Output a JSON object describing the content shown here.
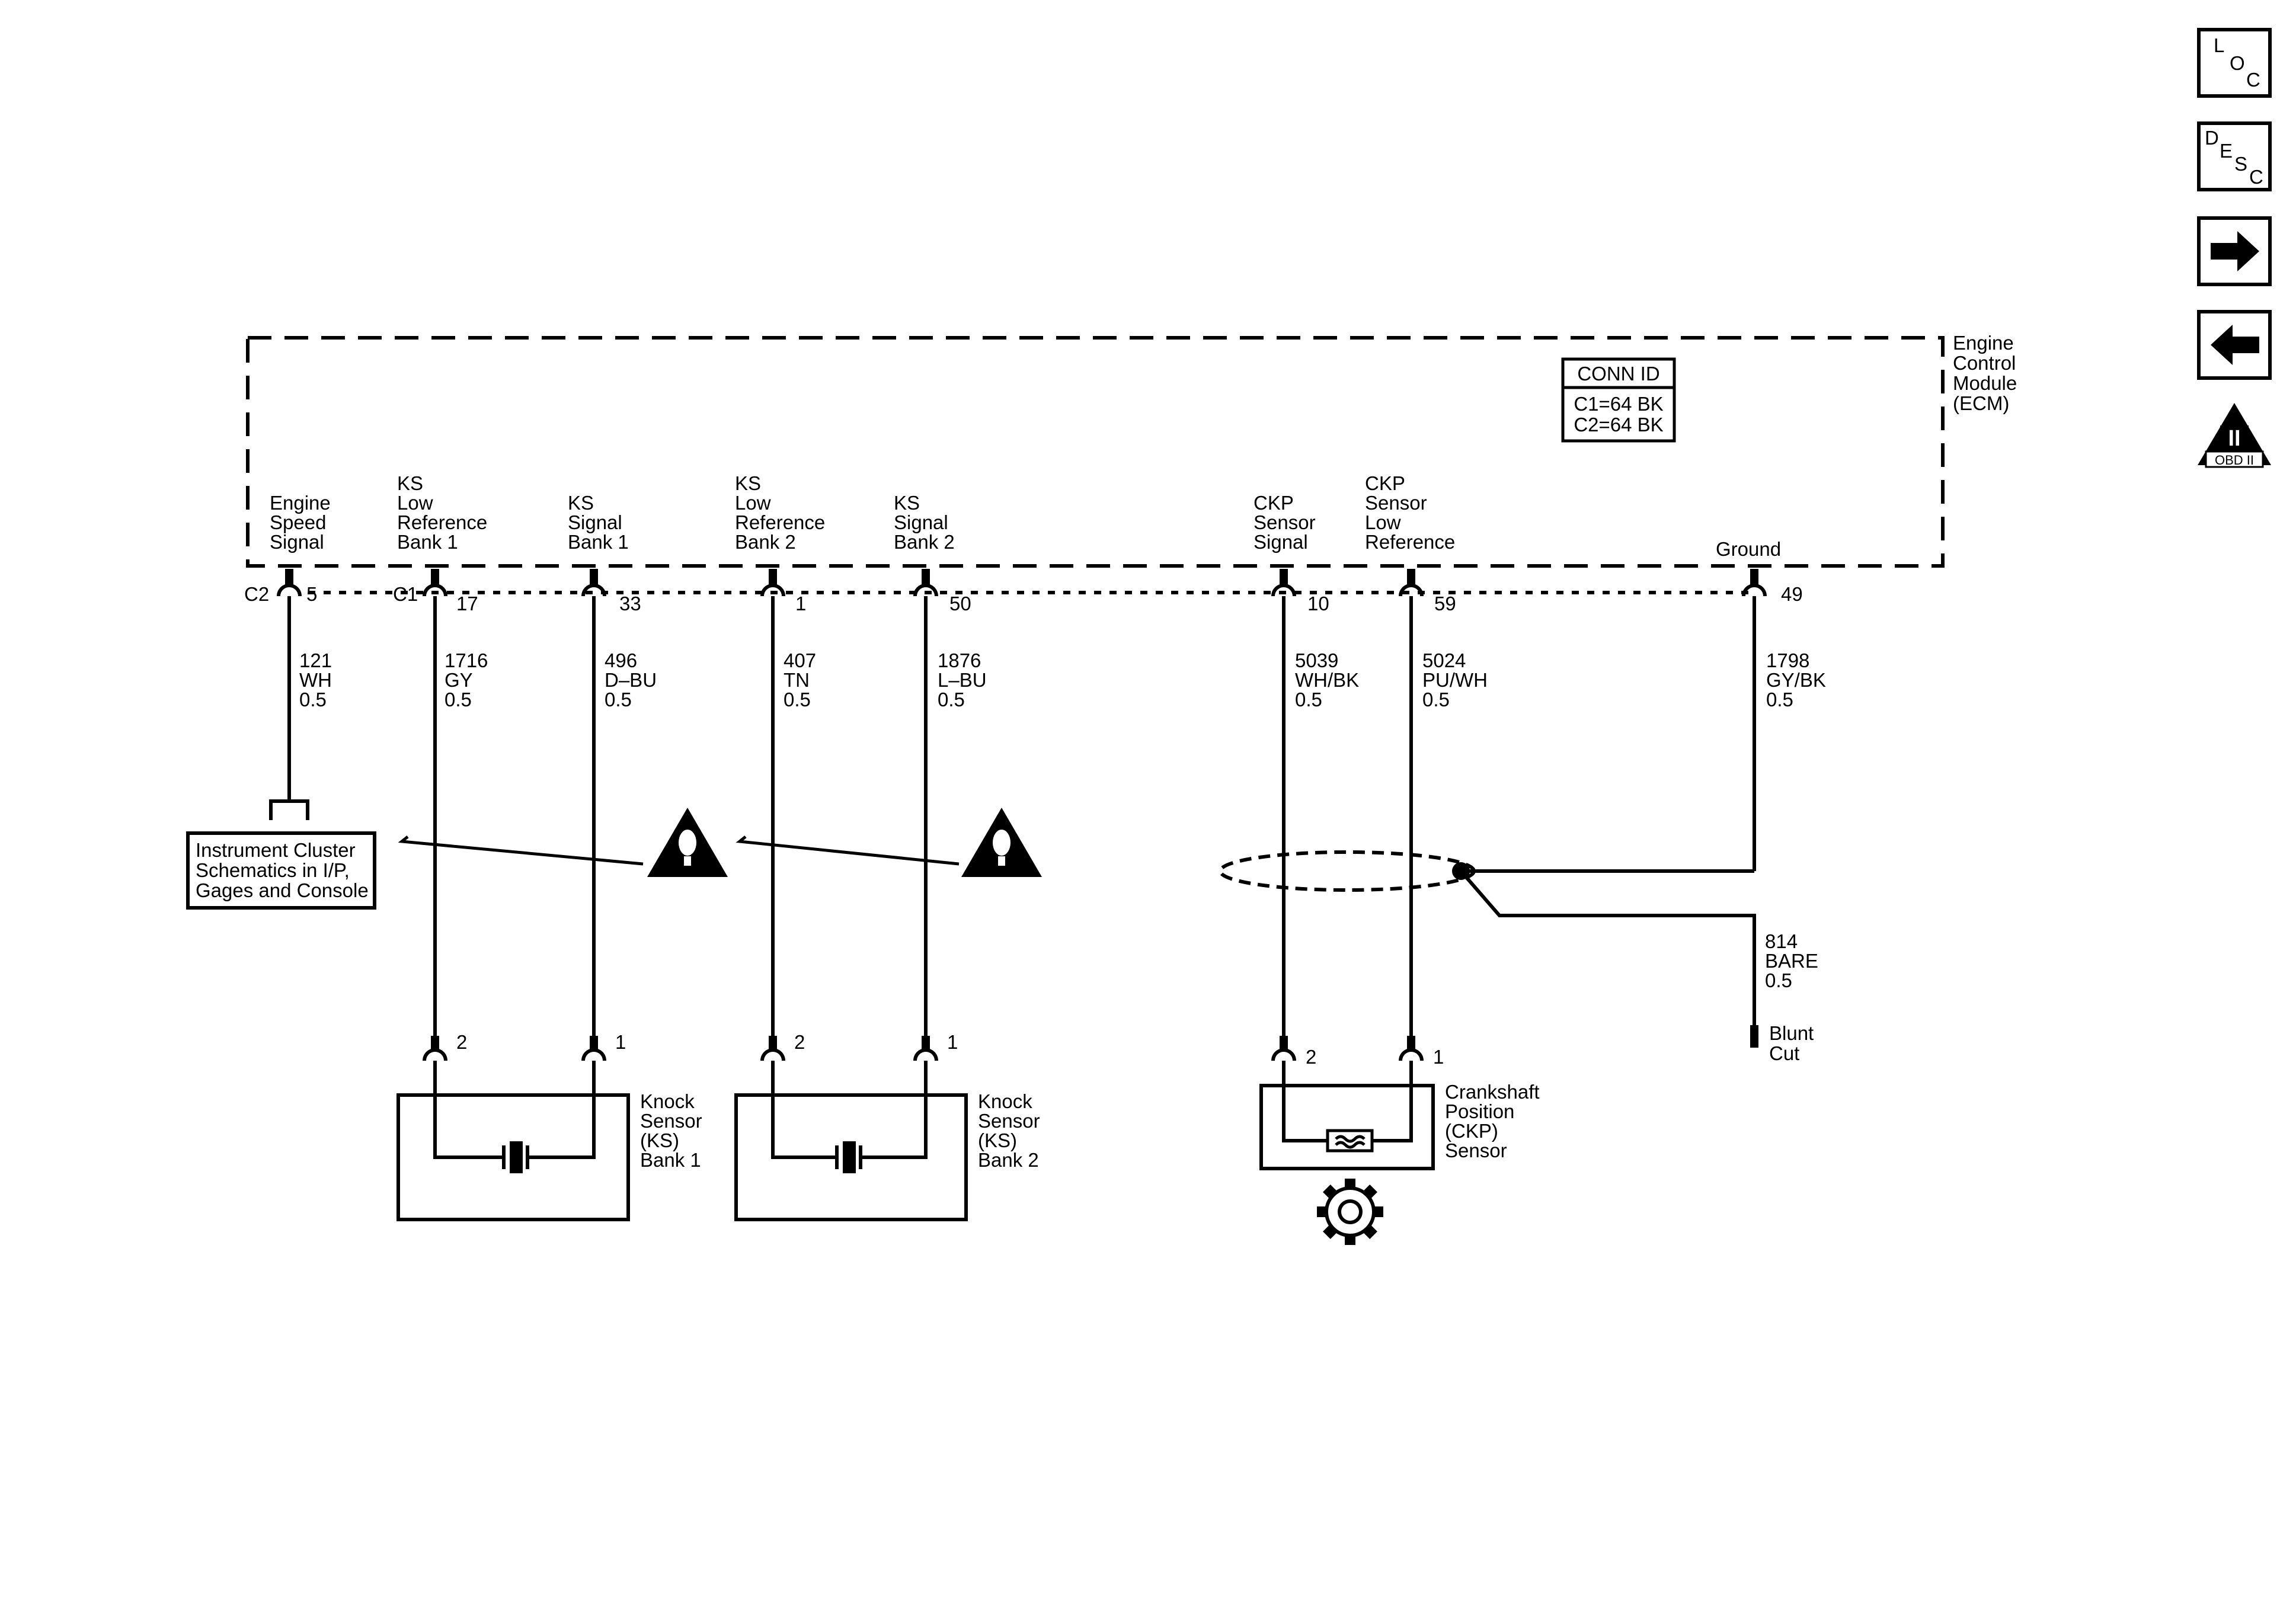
{
  "ecm": {
    "name_lines": [
      "Engine",
      "Control",
      "Module",
      "(ECM)"
    ],
    "conn_id": {
      "title": "CONN ID",
      "c1": "C1=64 BK",
      "c2": "C2=64 BK"
    }
  },
  "connector_labels": {
    "c2": "C2",
    "c1": "C1"
  },
  "circuits": [
    {
      "func": [
        "Engine",
        "Speed",
        "Signal"
      ],
      "pin": "5",
      "circuit": "121",
      "color": "WH",
      "gauge": "0.5"
    },
    {
      "func": [
        "KS",
        "Low",
        "Reference",
        "Bank 1"
      ],
      "pin": "17",
      "circuit": "1716",
      "color": "GY",
      "gauge": "0.5"
    },
    {
      "func": [
        "KS",
        "Signal",
        "Bank 1"
      ],
      "pin": "33",
      "circuit": "496",
      "color": "D–BU",
      "gauge": "0.5"
    },
    {
      "func": [
        "KS",
        "Low",
        "Reference",
        "Bank 2"
      ],
      "pin": "1",
      "circuit": "407",
      "color": "TN",
      "gauge": "0.5"
    },
    {
      "func": [
        "KS",
        "Signal",
        "Bank 2"
      ],
      "pin": "50",
      "circuit": "1876",
      "color": "L–BU",
      "gauge": "0.5"
    },
    {
      "func": [
        "CKP",
        "Sensor",
        "Signal"
      ],
      "pin": "10",
      "circuit": "5039",
      "color": "WH/BK",
      "gauge": "0.5"
    },
    {
      "func": [
        "CKP",
        "Sensor",
        "Low",
        "Reference"
      ],
      "pin": "59",
      "circuit": "5024",
      "color": "PU/WH",
      "gauge": "0.5"
    },
    {
      "func": [
        "Ground"
      ],
      "pin": "49",
      "circuit": "1798",
      "color": "GY/BK",
      "gauge": "0.5"
    }
  ],
  "instrument_cluster": [
    "Instrument Cluster",
    "Schematics in I/P,",
    "Gages and Console"
  ],
  "drain_wire": {
    "circuit": "814",
    "color": "BARE",
    "gauge": "0.5",
    "end": [
      "Blunt",
      "Cut"
    ]
  },
  "sensors": {
    "ks1": {
      "name": [
        "Knock",
        "Sensor",
        "(KS)",
        "Bank 1"
      ],
      "pins": [
        "2",
        "1"
      ]
    },
    "ks2": {
      "name": [
        "Knock",
        "Sensor",
        "(KS)",
        "Bank 2"
      ],
      "pins": [
        "2",
        "1"
      ]
    },
    "ckp": {
      "name": [
        "Crankshaft",
        "Position",
        "(CKP)",
        "Sensor"
      ],
      "pins": [
        "2",
        "1"
      ]
    }
  },
  "nav": {
    "loc": [
      "L",
      "O",
      "C"
    ],
    "desc": [
      "D",
      "E",
      "S",
      "C"
    ],
    "obd": {
      "numeral": "II",
      "label": "OBD II"
    }
  },
  "icons": {
    "forward": "arrow-right-icon",
    "back": "arrow-left-icon",
    "caution": "caution-icon",
    "gear": "gear-icon"
  }
}
